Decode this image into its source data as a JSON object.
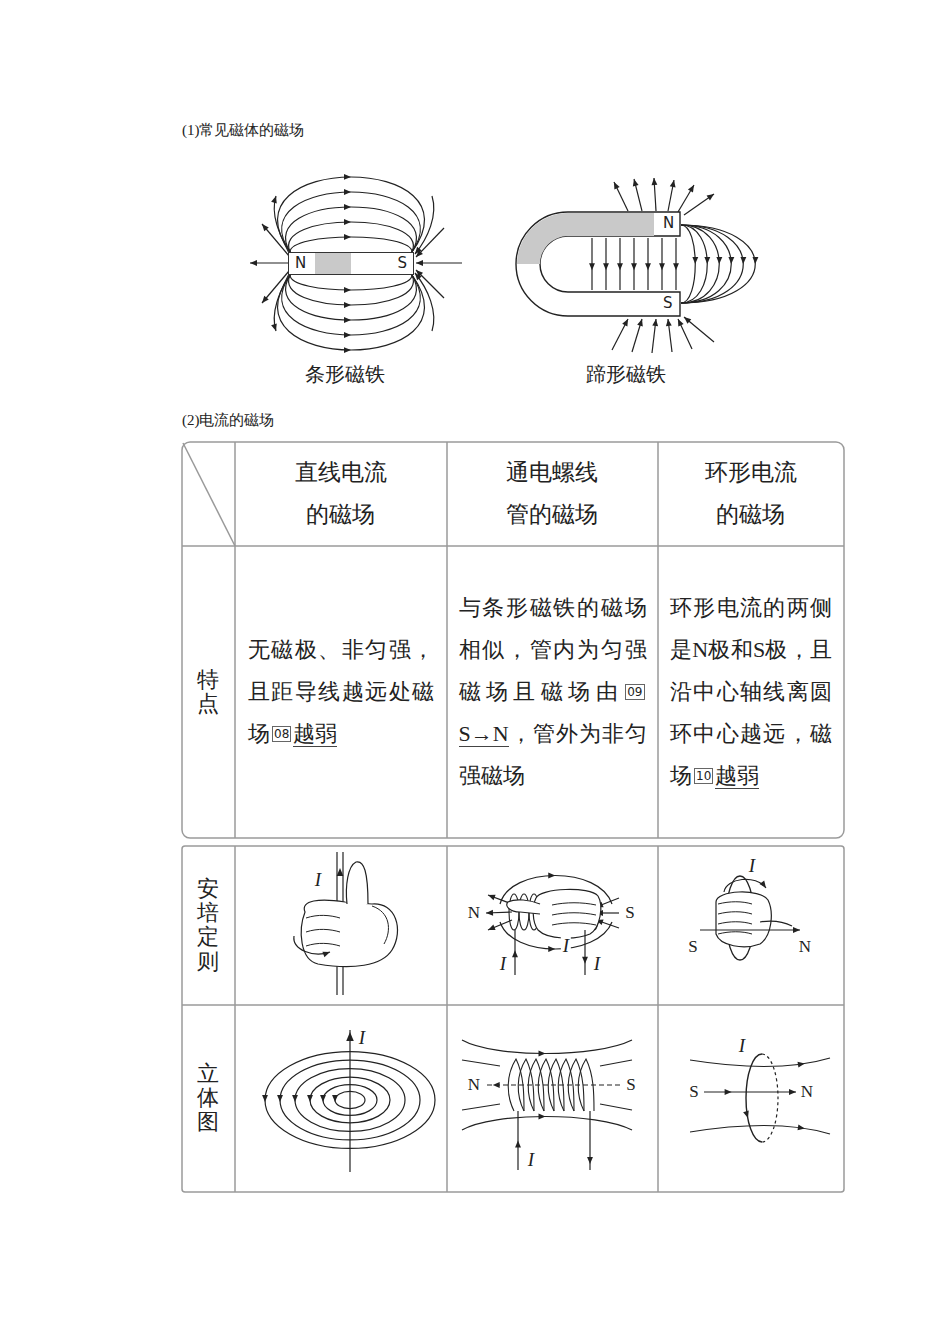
{
  "diagram": {
    "nodes": [
      {
        "text": [
          "N",
          "S"
        ]
      },
      {
        "text": [
          "N",
          "S"
        ]
      }
    ],
    "labels": [
      "(1)常见磁体的磁场",
      "条形磁铁",
      "蹄形磁铁",
      "(2)电流的磁场",
      "直线电流的磁场",
      "通电螺线管的磁场",
      "环形电流的磁场",
      "特点",
      "无磁极、非匀强，且距导线越远处磁场",
      "08",
      "越弱",
      "与条形磁铁的磁场相似，管内为匀强磁场且磁场由",
      "09",
      "S→N",
      "，管外为非匀强磁场",
      "环形电流的两侧是N极和S极，且沿中心轴线离圆环中心越远，磁场",
      "10",
      "越弱",
      "安培定则",
      "I",
      "N",
      "S",
      "I",
      "I",
      "I",
      "I",
      "S",
      "N",
      "立体图",
      "I",
      "N",
      "S",
      "I",
      "I",
      "S",
      "N"
    ]
  }
}
